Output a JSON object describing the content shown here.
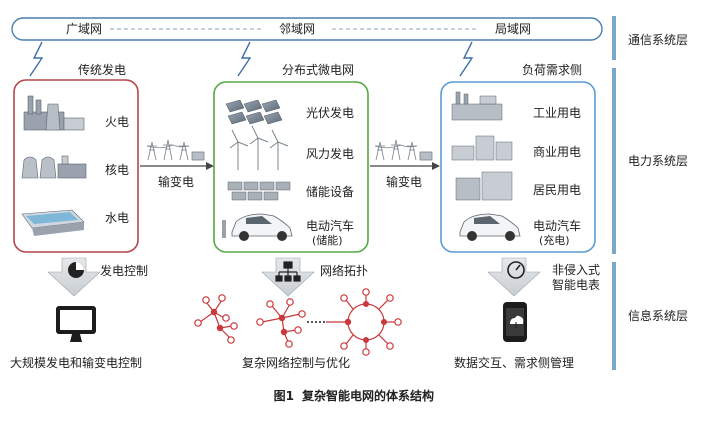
{
  "comm_bar": {
    "wan": "广域网",
    "nan": "邻域网",
    "lan": "局域网"
  },
  "layers": {
    "communication": "通信系统层",
    "power": "电力系统层",
    "information": "信息系统层"
  },
  "traditional": {
    "title": "传统发电",
    "items": [
      "火电",
      "核电",
      "水电"
    ],
    "control_label": "发电控制",
    "bottom_caption": "大规模发电和输变电控制"
  },
  "distributed": {
    "title": "分布式微电网",
    "items": [
      "光伏发电",
      "风力发电",
      "储能设备"
    ],
    "ev_line1": "电动汽车",
    "ev_line2": "(储能)",
    "control_label": "网络拓扑",
    "bottom_caption": "复杂网络控制与优化"
  },
  "demand": {
    "title": "负荷需求侧",
    "items": [
      "工业用电",
      "商业用电",
      "居民用电"
    ],
    "ev_line1": "电动汽车",
    "ev_line2": "(充电)",
    "control_line1": "非侵入式",
    "control_line2": "智能电表",
    "bottom_caption": "数据交互、需求侧管理"
  },
  "transmission": {
    "left": "输变电",
    "right": "输变电"
  },
  "caption": {
    "fig_no": "图1",
    "text": "复杂智能电网的体系结构"
  },
  "colors": {
    "traditional_border": "#b5474a",
    "distributed_border": "#55a845",
    "demand_border": "#5b9bd5",
    "layer_bar": "#7aa7c7",
    "arrow_fill": "#d7dcdf",
    "network_node": "#c8383c"
  }
}
